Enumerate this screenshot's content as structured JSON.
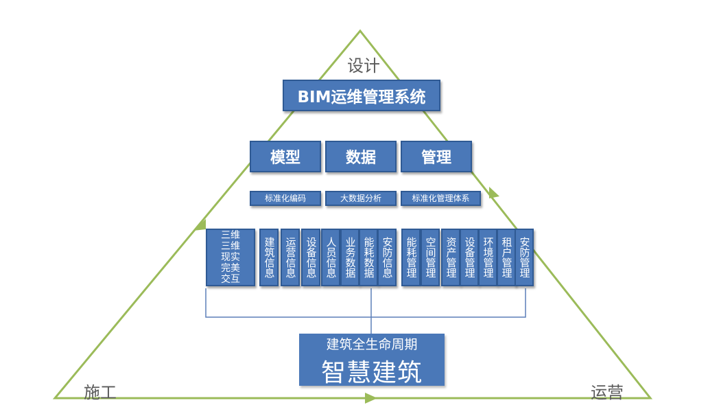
{
  "corners": {
    "top": "设计",
    "left": "施工",
    "right": "运营"
  },
  "title": "BIM运维管理系统",
  "pillars": [
    {
      "label": "模型",
      "sub": "标准化编码"
    },
    {
      "label": "数据",
      "sub": "大数据分析"
    },
    {
      "label": "管理",
      "sub": "标准化管理体系"
    }
  ],
  "model_column": "三维\n三维\n现实\n完美\n交互",
  "data_columns": [
    "建筑信息",
    "运营信息",
    "设备信息",
    "人员信息",
    "业务数据",
    "能耗数据",
    "安防信息"
  ],
  "management_columns": [
    "能耗管理",
    "空间管理",
    "资产管理",
    "设备管理",
    "环境管理",
    "租户管理",
    "安防管理"
  ],
  "bottom": {
    "subtitle": "建筑全生命周期",
    "title": "智慧建筑"
  },
  "colors": {
    "box_fill": "#4a78b8",
    "box_border": "#2f5a94",
    "triangle": "#9bbb59",
    "connector": "#5b7fb8"
  }
}
